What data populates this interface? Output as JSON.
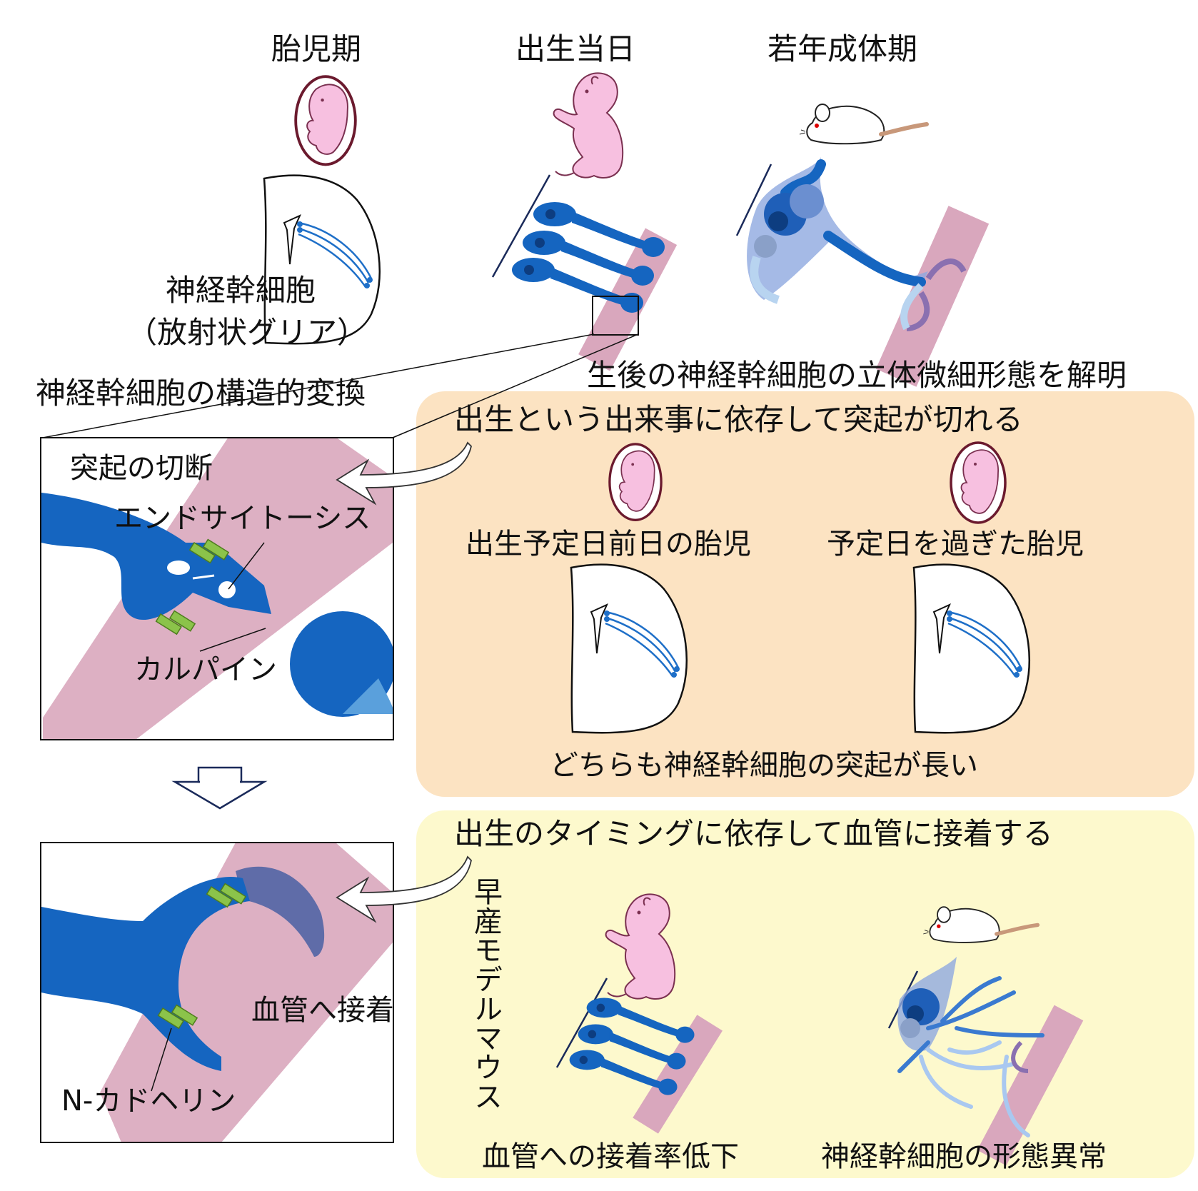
{
  "stages": {
    "fetal": "胎児期",
    "birth_day": "出生当日",
    "young_adult": "若年成体期"
  },
  "labels": {
    "nsc_line1": "神経幹細胞",
    "nsc_line2": "（放射状グリア）",
    "structural_change": "神経幹細胞の構造的変換",
    "postnatal_morphology": "生後の神経幹細胞の立体微細形態を解明"
  },
  "panel_cut": {
    "title": "突起の切断",
    "endocytosis": "エンドサイトーシス",
    "calpain": "カルパイン"
  },
  "panel_adhesion": {
    "vessel_adhesion": "血管へ接着",
    "ncadherin": "N-カドヘリン"
  },
  "orange_box": {
    "heading": "出生という出来事に依存して突起が切れる",
    "fetus_before": "出生予定日前日の胎児",
    "fetus_after": "予定日を過ぎた胎児",
    "both_long": "どちらも神経幹細胞の突起が長い"
  },
  "yellow_box": {
    "heading": "出生のタイミングに依存して血管に接着する",
    "preterm_model": "早産モデルマウス",
    "reduced_adhesion": "血管への接着率低下",
    "abnormal_morphology": "神経幹細胞の形態異常"
  },
  "colors": {
    "cell_blue": "#1565c0",
    "vessel_pink": "#d9a7bd",
    "pup_pink": "#f7c0e0",
    "orange_bg": "#fce3c2",
    "yellow_bg": "#fdf9cd",
    "cadherin_green": "#8bc34a"
  }
}
